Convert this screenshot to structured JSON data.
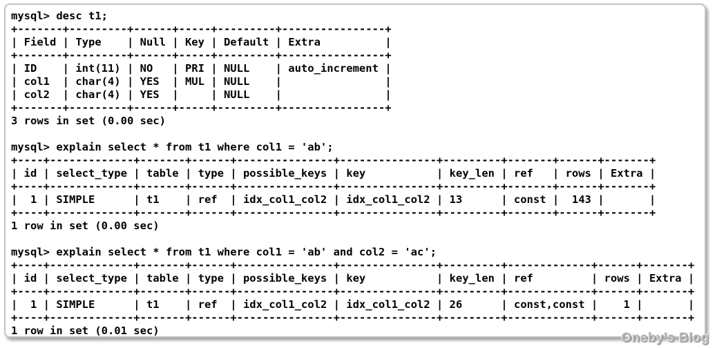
{
  "window": {
    "watermark": "Oneby's Blog"
  },
  "colors": {
    "background": "#ffffff",
    "terminal_text": "#000000",
    "frame_border": "#c2c2c2",
    "watermark_text": "#b8b8b8"
  },
  "terminal": {
    "sections": [
      {
        "prompt": "mysql> desc t1;",
        "result_table": {
          "columns": [
            "Field",
            "Type",
            "Null",
            "Key",
            "Default",
            "Extra"
          ],
          "align": [
            "left",
            "left",
            "left",
            "left",
            "left",
            "left"
          ],
          "rows": [
            [
              "ID",
              "int(11)",
              "NO",
              "PRI",
              "NULL",
              "auto_increment"
            ],
            [
              "col1",
              "char(4)",
              "YES",
              "MUL",
              "NULL",
              ""
            ],
            [
              "col2",
              "char(4)",
              "YES",
              "",
              "NULL",
              ""
            ]
          ]
        },
        "status": "3 rows in set (0.00 sec)"
      },
      {
        "prompt": "mysql> explain select * from t1 where col1 = 'ab';",
        "result_table": {
          "columns": [
            "id",
            "select_type",
            "table",
            "type",
            "possible_keys",
            "key",
            "key_len",
            "ref",
            "rows",
            "Extra"
          ],
          "align": [
            "right",
            "left",
            "left",
            "left",
            "left",
            "left",
            "left",
            "left",
            "right",
            "left"
          ],
          "rows": [
            [
              "1",
              "SIMPLE",
              "t1",
              "ref",
              "idx_col1_col2",
              "idx_col1_col2",
              "13",
              "const",
              "143",
              ""
            ]
          ]
        },
        "status": "1 row in set (0.00 sec)"
      },
      {
        "prompt": "mysql> explain select * from t1 where col1 = 'ab' and col2 = 'ac';",
        "result_table": {
          "columns": [
            "id",
            "select_type",
            "table",
            "type",
            "possible_keys",
            "key",
            "key_len",
            "ref",
            "rows",
            "Extra"
          ],
          "align": [
            "right",
            "left",
            "left",
            "left",
            "left",
            "left",
            "left",
            "left",
            "right",
            "left"
          ],
          "rows": [
            [
              "1",
              "SIMPLE",
              "t1",
              "ref",
              "idx_col1_col2",
              "idx_col1_col2",
              "26",
              "const,const",
              "1",
              ""
            ]
          ]
        },
        "status": "1 row in set (0.01 sec)"
      }
    ]
  }
}
